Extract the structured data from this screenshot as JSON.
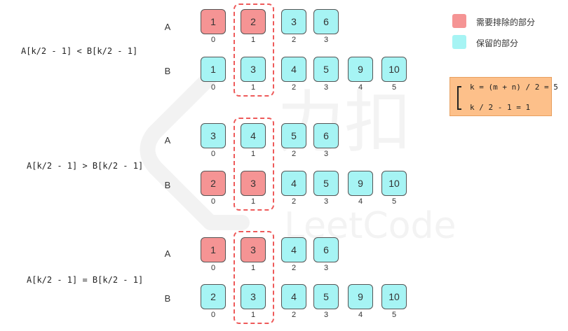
{
  "legend": [
    {
      "label": "需要排除的部分",
      "color": "#f59494",
      "kind": "drop"
    },
    {
      "label": "保留的部分",
      "color": "#a6f4f4",
      "kind": "keep"
    }
  ],
  "formula": {
    "line1": "k = (m + n) / 2 = 5",
    "line2": "k / 2 - 1 = 1"
  },
  "scenarios": [
    {
      "condition": "A[k/2 - 1] < B[k/2 - 1]",
      "rows": [
        {
          "label": "A",
          "cells": [
            {
              "value": "1",
              "index": "0",
              "state": "drop"
            },
            {
              "value": "2",
              "index": "1",
              "state": "drop"
            },
            {
              "value": "3",
              "index": "2",
              "state": "keep"
            },
            {
              "value": "6",
              "index": "3",
              "state": "keep"
            }
          ]
        },
        {
          "label": "B",
          "cells": [
            {
              "value": "1",
              "index": "0",
              "state": "keep"
            },
            {
              "value": "3",
              "index": "1",
              "state": "keep"
            },
            {
              "value": "4",
              "index": "2",
              "state": "keep"
            },
            {
              "value": "5",
              "index": "3",
              "state": "keep"
            },
            {
              "value": "9",
              "index": "4",
              "state": "keep"
            },
            {
              "value": "10",
              "index": "5",
              "state": "keep"
            }
          ]
        }
      ]
    },
    {
      "condition": "A[k/2 - 1] > B[k/2 - 1]",
      "rows": [
        {
          "label": "A",
          "cells": [
            {
              "value": "3",
              "index": "0",
              "state": "keep"
            },
            {
              "value": "4",
              "index": "1",
              "state": "keep"
            },
            {
              "value": "5",
              "index": "2",
              "state": "keep"
            },
            {
              "value": "6",
              "index": "3",
              "state": "keep"
            }
          ]
        },
        {
          "label": "B",
          "cells": [
            {
              "value": "2",
              "index": "0",
              "state": "drop"
            },
            {
              "value": "3",
              "index": "1",
              "state": "drop"
            },
            {
              "value": "4",
              "index": "2",
              "state": "keep"
            },
            {
              "value": "5",
              "index": "3",
              "state": "keep"
            },
            {
              "value": "9",
              "index": "4",
              "state": "keep"
            },
            {
              "value": "10",
              "index": "5",
              "state": "keep"
            }
          ]
        }
      ]
    },
    {
      "condition": "A[k/2 - 1] = B[k/2 - 1]",
      "rows": [
        {
          "label": "A",
          "cells": [
            {
              "value": "1",
              "index": "0",
              "state": "drop"
            },
            {
              "value": "3",
              "index": "1",
              "state": "drop"
            },
            {
              "value": "4",
              "index": "2",
              "state": "keep"
            },
            {
              "value": "6",
              "index": "3",
              "state": "keep"
            }
          ]
        },
        {
          "label": "B",
          "cells": [
            {
              "value": "2",
              "index": "0",
              "state": "keep"
            },
            {
              "value": "3",
              "index": "1",
              "state": "keep"
            },
            {
              "value": "4",
              "index": "2",
              "state": "keep"
            },
            {
              "value": "5",
              "index": "3",
              "state": "keep"
            },
            {
              "value": "9",
              "index": "4",
              "state": "keep"
            },
            {
              "value": "10",
              "index": "5",
              "state": "keep"
            }
          ]
        }
      ]
    }
  ],
  "watermark": {
    "logo": "力扣",
    "wordmark": "LeetCode"
  }
}
